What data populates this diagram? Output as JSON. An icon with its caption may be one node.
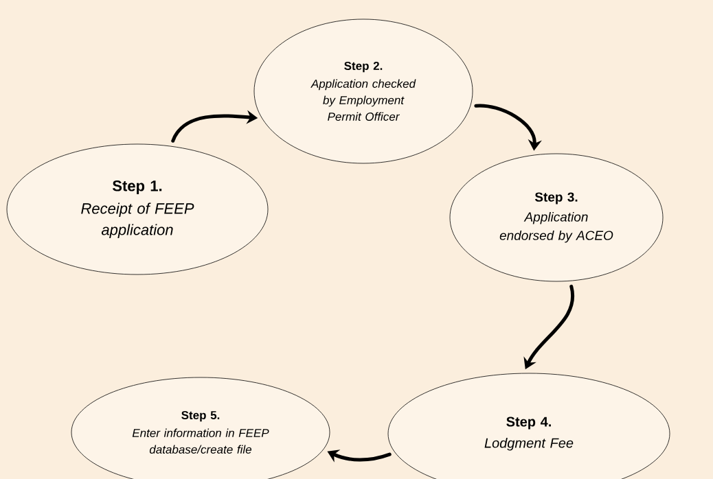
{
  "diagram": {
    "nodes": [
      {
        "text": [
          "Step 1.",
          "Receipt of FEEP application"
        ]
      },
      {
        "text": [
          "Step 2.",
          "Application checked by Employment Permit Officer"
        ]
      },
      {
        "text": [
          "Step 3.",
          "Application endorsed by ACEO"
        ]
      },
      {
        "text": [
          "Step 4.",
          "Lodgment Fee"
        ]
      },
      {
        "text": [
          "Step 5.",
          "Enter information in FEEP database/create file"
        ]
      }
    ],
    "edges": [
      {
        "from": 0,
        "to": 1,
        "arrow": "to"
      },
      {
        "from": 1,
        "to": 2,
        "arrow": "to"
      },
      {
        "from": 2,
        "to": 3,
        "arrow": "to"
      },
      {
        "from": 3,
        "to": 4,
        "arrow": "to"
      }
    ]
  }
}
